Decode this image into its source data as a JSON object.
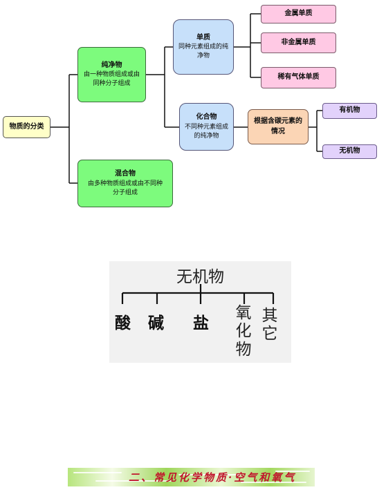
{
  "tree": {
    "root": "物质的分类",
    "pure": {
      "title": "纯净物",
      "desc": "由一种物质组成或由同种分子组成"
    },
    "mixture": {
      "title": "混合物",
      "desc": "由多种物质组成或由不同种分子组成"
    },
    "element": {
      "title": "单质",
      "desc": "同种元素组成的纯净物"
    },
    "compound": {
      "title": "化合物",
      "desc": "不同种元素组成的纯净物"
    },
    "metal": "金属单质",
    "nonmetal": "非金属单质",
    "noble": "稀有气体单质",
    "carbon_basis": "根据含碳元素的情况",
    "organic": "有机物",
    "inorganic": "无机物"
  },
  "inorganic_tree": {
    "title": "无机物",
    "items": [
      "酸",
      "碱",
      "盐",
      "氧化物",
      "其它"
    ]
  },
  "banner": {
    "text": "二、常见化学物质·空气和氧气"
  },
  "colors": {
    "green": "#7dfb7d",
    "blue": "#c7e0fa",
    "pink": "#ffc9e4",
    "lavender": "#e2d2fb",
    "peach": "#fbd5b5",
    "yellow": "#ffffc8",
    "banner_text": "#c0162c"
  }
}
